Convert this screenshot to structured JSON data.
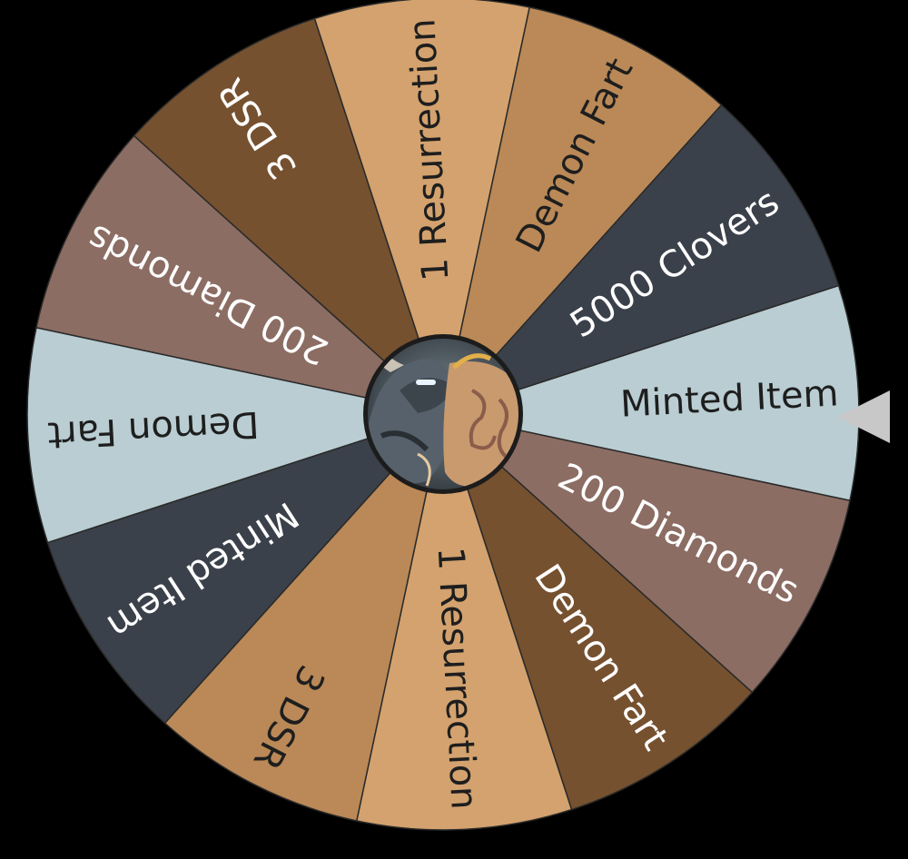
{
  "wheel": {
    "rotation_deg": -3,
    "segments": [
      {
        "label": "Minted Item",
        "color": "#b9cdd2",
        "text_color": "#1e1e1e"
      },
      {
        "label": "200 Diamonds",
        "color": "#8c6d63",
        "text_color": "#ffffff"
      },
      {
        "label": "Demon Fart",
        "color": "#76512f",
        "text_color": "#ffffff"
      },
      {
        "label": "1 Resurrection",
        "color": "#d3a26e",
        "text_color": "#1e1e1e"
      },
      {
        "label": "3 DSR",
        "color": "#ba8957",
        "text_color": "#1e1e1e"
      },
      {
        "label": "Minted Item",
        "color": "#3b414a",
        "text_color": "#ffffff"
      },
      {
        "label": "Demon Fart",
        "color": "#b9cdd2",
        "text_color": "#1e1e1e"
      },
      {
        "label": "200 Diamonds",
        "color": "#8c6d63",
        "text_color": "#ffffff"
      },
      {
        "label": "3 DSR",
        "color": "#76512f",
        "text_color": "#ffffff"
      },
      {
        "label": "1 Resurrection",
        "color": "#d3a26e",
        "text_color": "#1e1e1e"
      },
      {
        "label": "Demon Fart",
        "color": "#ba8957",
        "text_color": "#1e1e1e"
      },
      {
        "label": "5000 Clovers",
        "color": "#3b414a",
        "text_color": "#ffffff"
      }
    ],
    "divider_color": "#2a2a2a",
    "center_image": "demon-warrior-avatar"
  },
  "pointer": {
    "color": "#c8c8c8",
    "direction": "right"
  }
}
